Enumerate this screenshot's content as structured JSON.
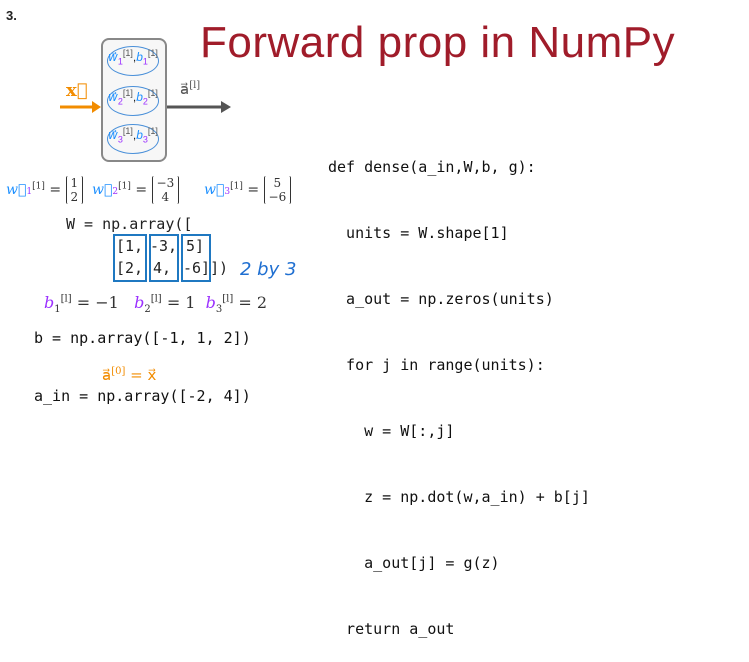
{
  "slide_number": "3.",
  "title": "Forward prop in NumPy",
  "diagram": {
    "input_label": "x⃗",
    "output_label": "a⃗",
    "output_sup": "[l]",
    "neurons": [
      {
        "w": "w⃗",
        "sub": "1",
        "sup": "[1]",
        "b": "b",
        "bsub": "1",
        "bsup": "[1]"
      },
      {
        "w": "w⃗",
        "sub": "2",
        "sup": "[1]",
        "b": "b",
        "bsub": "2",
        "bsup": "[1]"
      },
      {
        "w": "w⃗",
        "sub": "3",
        "sup": "[1]",
        "b": "b",
        "bsub": "3",
        "bsup": "[1]"
      }
    ]
  },
  "weights": [
    {
      "name": "w⃗",
      "sub": "1",
      "sup": "[1]",
      "top": "1",
      "bottom": "2"
    },
    {
      "name": "w⃗",
      "sub": "2",
      "sup": "[1]",
      "top": "−3",
      "bottom": "4"
    },
    {
      "name": "w⃗",
      "sub": "3",
      "sup": "[1]",
      "top": "5",
      "bottom": "−6"
    }
  ],
  "W_code": {
    "line1": "W = np.array([",
    "row1": [
      "[1,",
      "-3,",
      "5]"
    ],
    "row2": [
      "[2,",
      "4,",
      "-6]]",
      ")"
    ]
  },
  "shape_note": "2 by 3",
  "biases": {
    "b1": "b",
    "b1_sub": "1",
    "b1_sup": "[l]",
    "b1_val": "= −1",
    "b2": "b",
    "b2_sub": "2",
    "b2_sup": "[l]",
    "b2_val": "= 1",
    "b3": "b",
    "b3_sub": "3",
    "b3_sup": "[l]",
    "b3_val": "= 2"
  },
  "b_code": "b = np.array([-1, 1, 2])",
  "a0_eq": {
    "lhs": "a⃗",
    "sup": "[0]",
    "rhs": "= x⃗"
  },
  "ain_code": "a_in = np.array([-2, 4])",
  "dense_code": [
    "def dense(a_in,W,b, g):",
    "  units = W.shape[1]",
    "  a_out = np.zeros(units)",
    "  for j in range(units):",
    "    w = W[:,j]",
    "    z = np.dot(w,a_in) + b[j]",
    "    a_out[j] = g(z)",
    "  return a_out"
  ],
  "colors": {
    "title": "#a01c2a",
    "accent_blue": "#1e90ff",
    "accent_purple": "#9b30ff",
    "input_orange": "#f28c00",
    "box_blue": "#1f78c1"
  }
}
